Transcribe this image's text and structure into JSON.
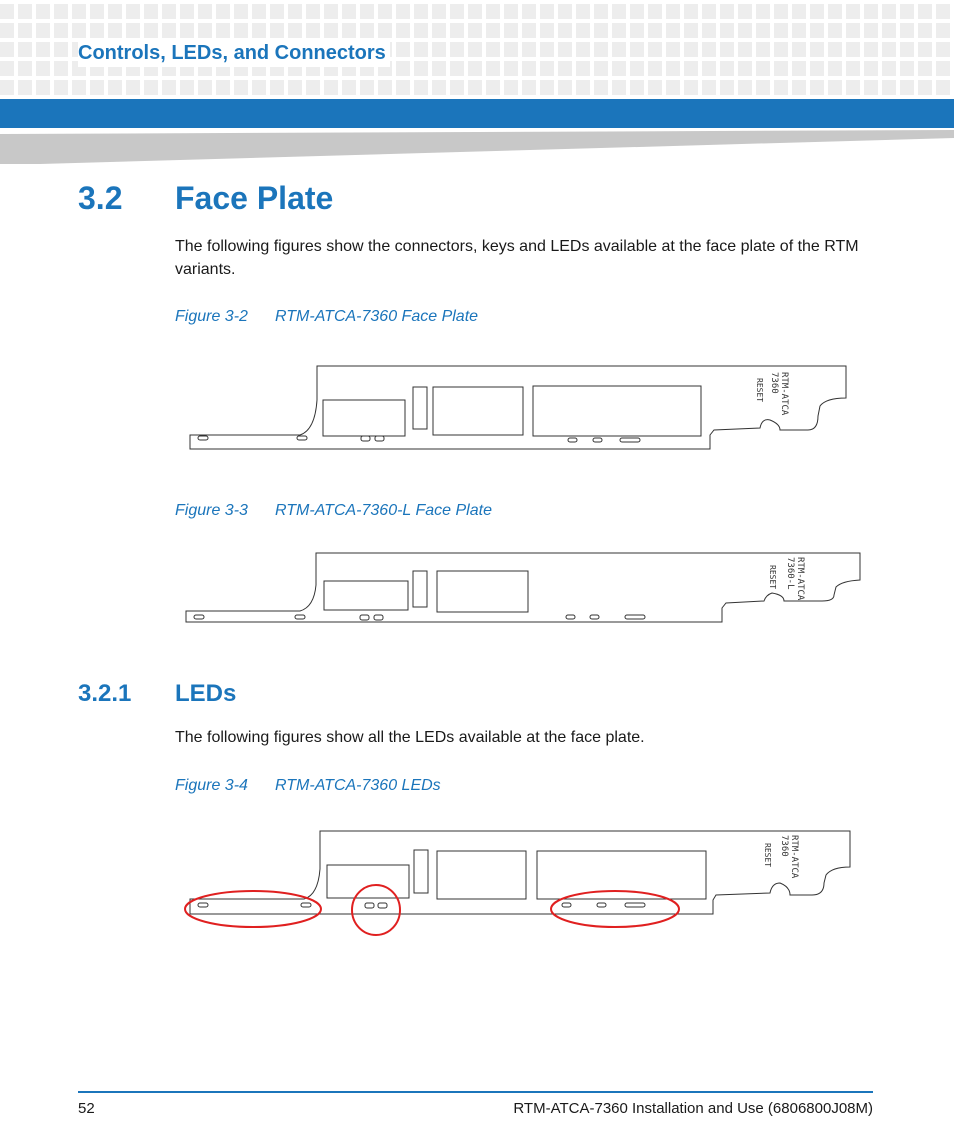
{
  "header": {
    "section_title": "Controls, LEDs, and Connectors"
  },
  "section": {
    "number": "3.2",
    "title": "Face Plate",
    "intro": "The following figures show the connectors, keys and LEDs available at the face plate of the RTM variants."
  },
  "figures": [
    {
      "label": "Figure 3-2",
      "caption": "RTM-ATCA-7360 Face Plate",
      "plate_labels": {
        "model": "RTM-ATCA",
        "variant": "7360",
        "reset": "RESET"
      }
    },
    {
      "label": "Figure 3-3",
      "caption": "RTM-ATCA-7360-L Face Plate",
      "plate_labels": {
        "model": "RTM-ATCA",
        "variant": "7360-L",
        "reset": "RESET"
      }
    }
  ],
  "subsection": {
    "number": "3.2.1",
    "title": "LEDs",
    "intro": "The following figures show all the LEDs available at the face plate.",
    "figure": {
      "label": "Figure 3-4",
      "caption": "RTM-ATCA-7360 LEDs",
      "plate_labels": {
        "model": "RTM-ATCA",
        "variant": "7360",
        "reset": "RESET"
      },
      "highlight_color": "#e02020"
    }
  },
  "footer": {
    "page_number": "52",
    "document": "RTM-ATCA-7360 Installation and Use (6806800J08M)"
  },
  "colors": {
    "accent": "#1b75bb",
    "wedge": "#c8c8c8"
  }
}
